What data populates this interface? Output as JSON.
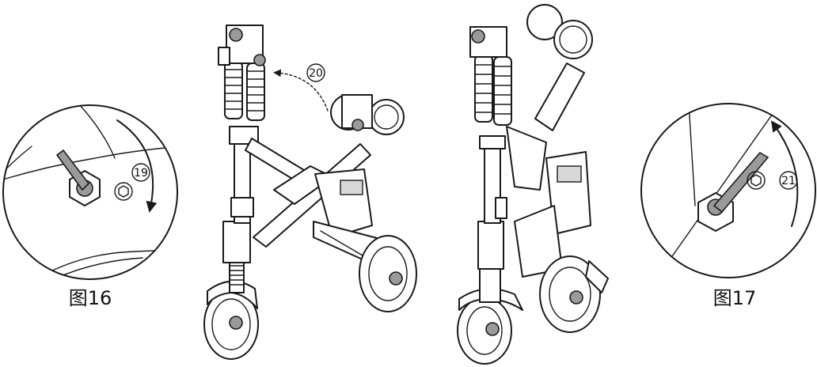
{
  "figure_16": {
    "caption": "图16",
    "callout": "19"
  },
  "figure_17": {
    "caption": "图17",
    "callout": "21"
  },
  "fold_step": {
    "callout": "20"
  }
}
